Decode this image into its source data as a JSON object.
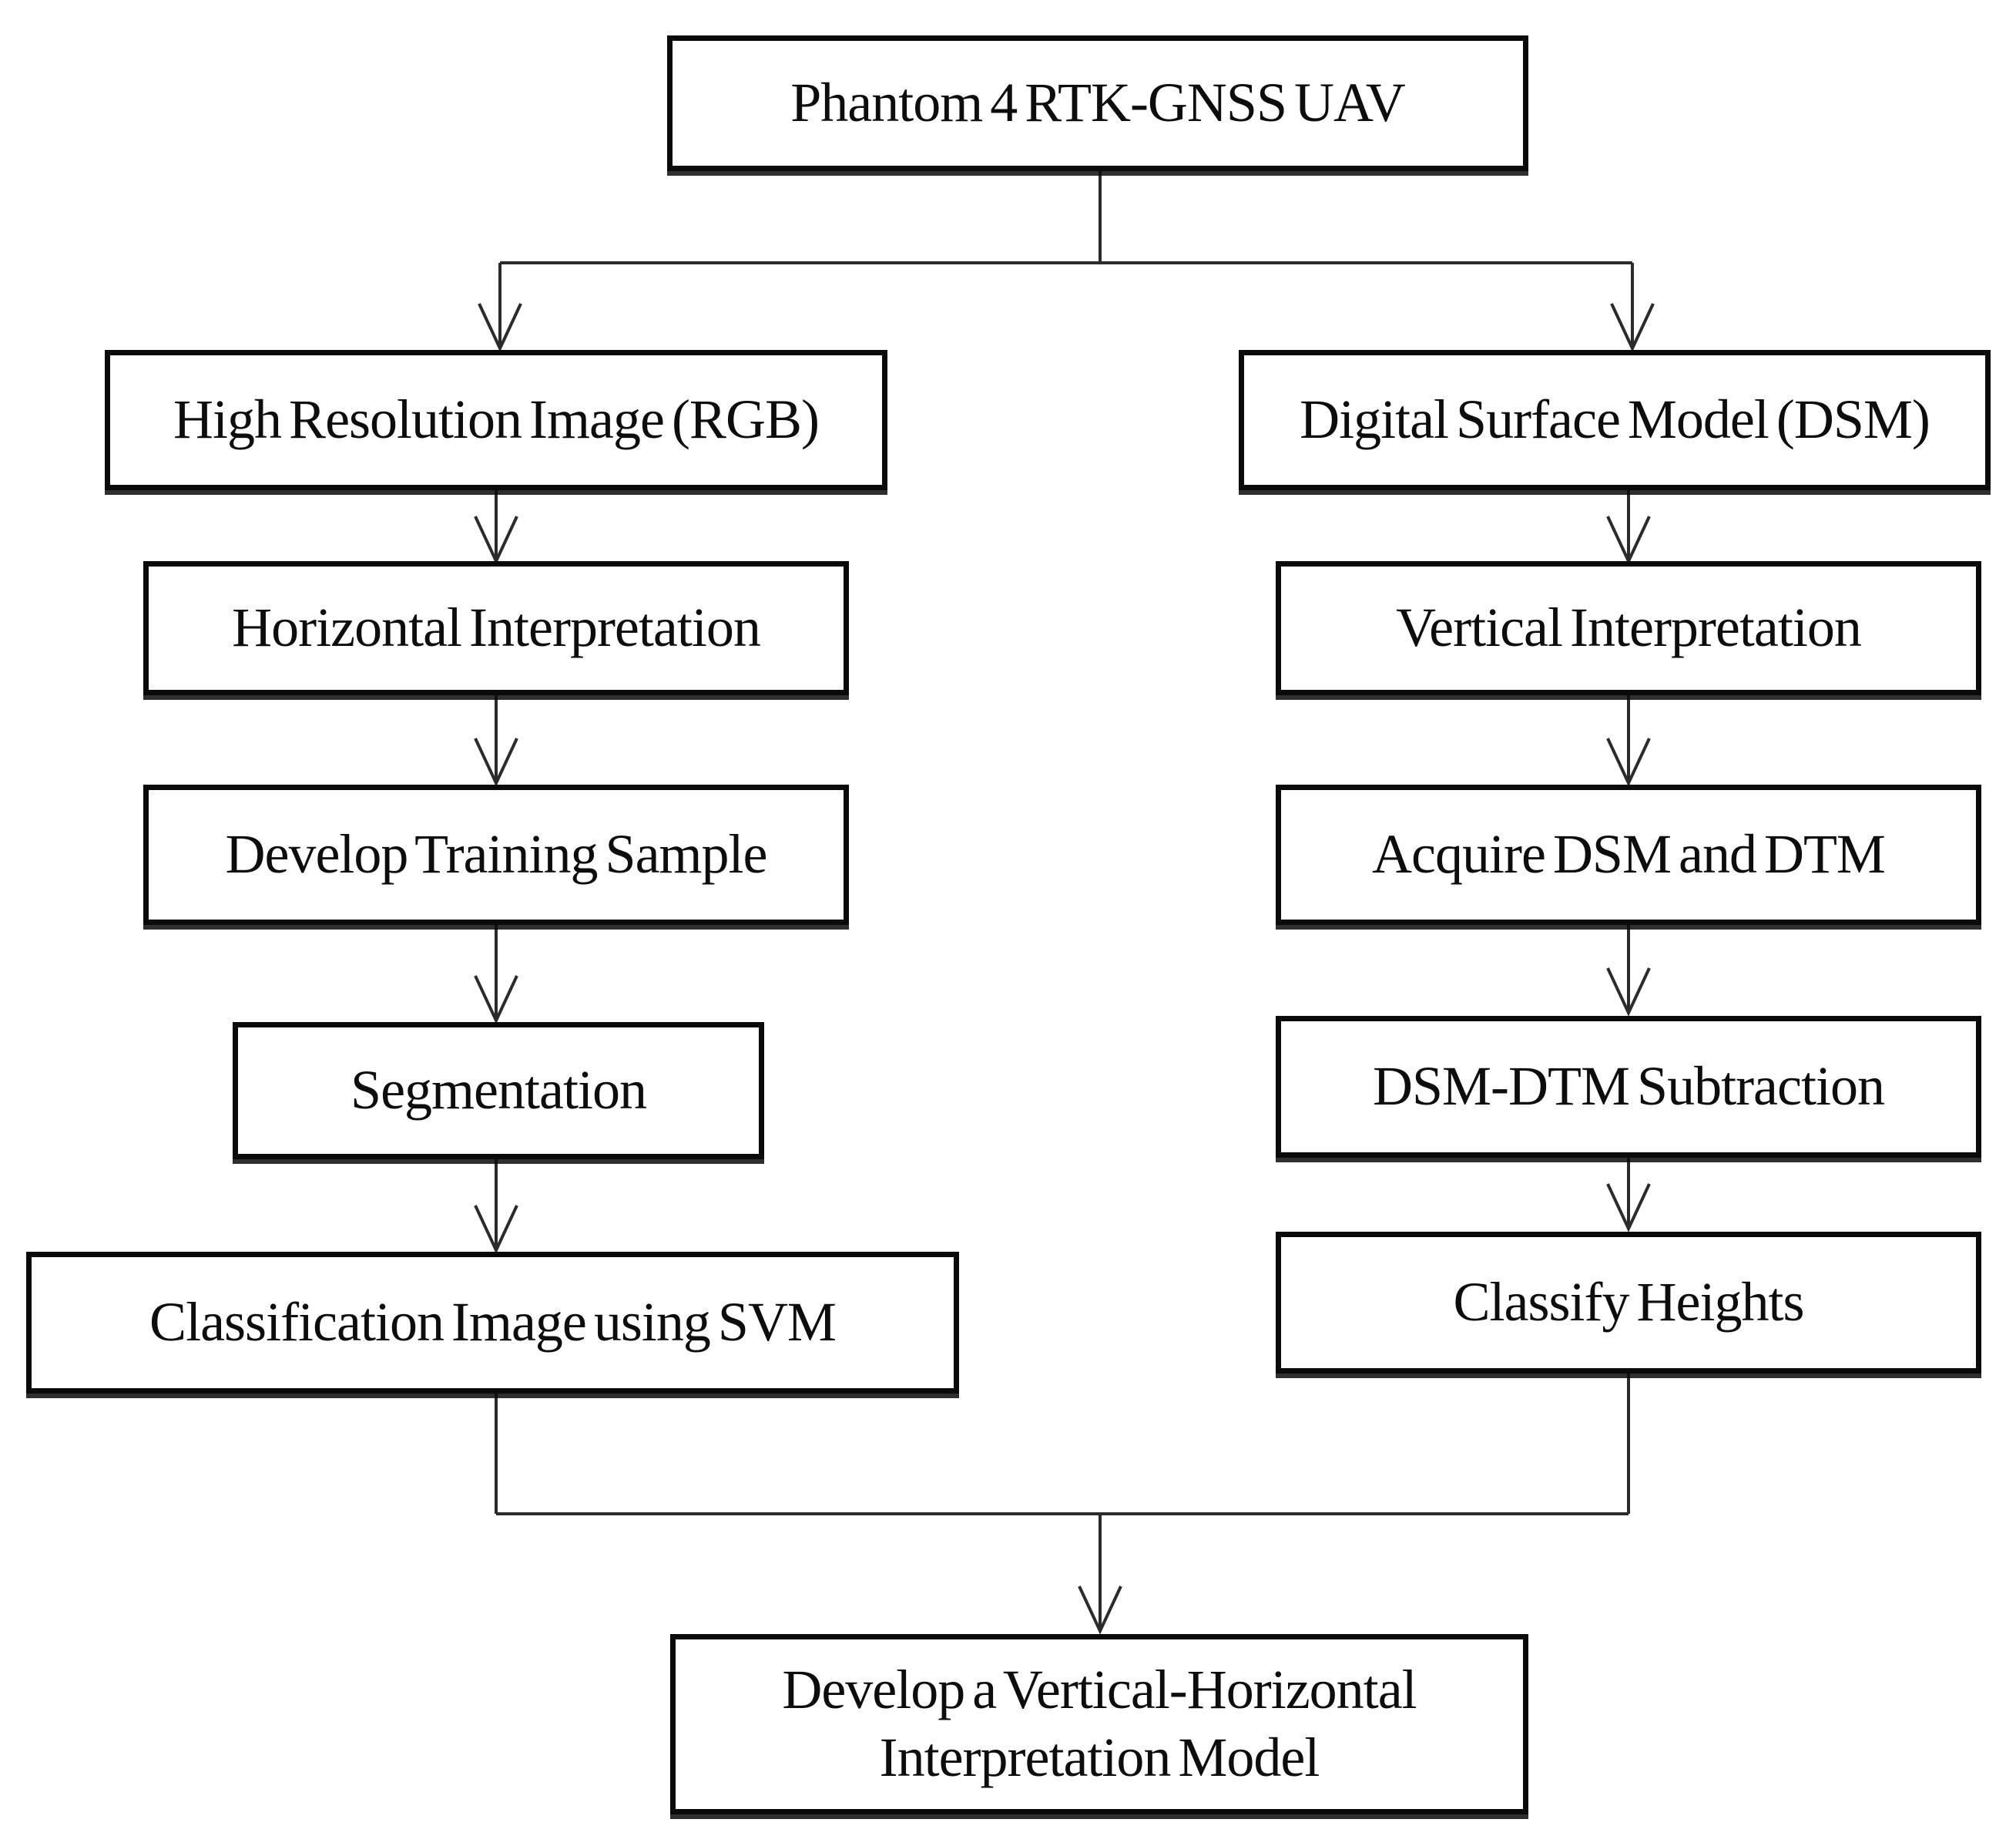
{
  "figure": {
    "type": "flowchart",
    "background_color": "#ffffff",
    "box_border_color": "#0a0a0a",
    "box_fill_color": "#ffffff",
    "line_color": "#2b2b2b",
    "text_color": "#0d0d0d"
  },
  "nodes": {
    "uav": "Phantom 4 RTK-GNSS UAV",
    "rgb": "High Resolution Image (RGB)",
    "horizontal": "Horizontal Interpretation",
    "training": "Develop Training Sample",
    "segmentation": "Segmentation",
    "svm": "Classification Image using SVM",
    "dsm": "Digital Surface Model (DSM)",
    "vertical": "Vertical Interpretation",
    "acquire": "Acquire DSM and DTM",
    "subtraction": "DSM-DTM Subtraction",
    "heights": "Classify Heights",
    "model": "Develop a Vertical-Horizontal Interpretation Model"
  },
  "edges": [
    {
      "from": "uav",
      "to": "rgb"
    },
    {
      "from": "uav",
      "to": "dsm"
    },
    {
      "from": "rgb",
      "to": "horizontal"
    },
    {
      "from": "horizontal",
      "to": "training"
    },
    {
      "from": "training",
      "to": "segmentation"
    },
    {
      "from": "segmentation",
      "to": "svm"
    },
    {
      "from": "dsm",
      "to": "vertical"
    },
    {
      "from": "vertical",
      "to": "acquire"
    },
    {
      "from": "acquire",
      "to": "subtraction"
    },
    {
      "from": "subtraction",
      "to": "heights"
    },
    {
      "from": "svm",
      "to": "model"
    },
    {
      "from": "heights",
      "to": "model"
    }
  ]
}
